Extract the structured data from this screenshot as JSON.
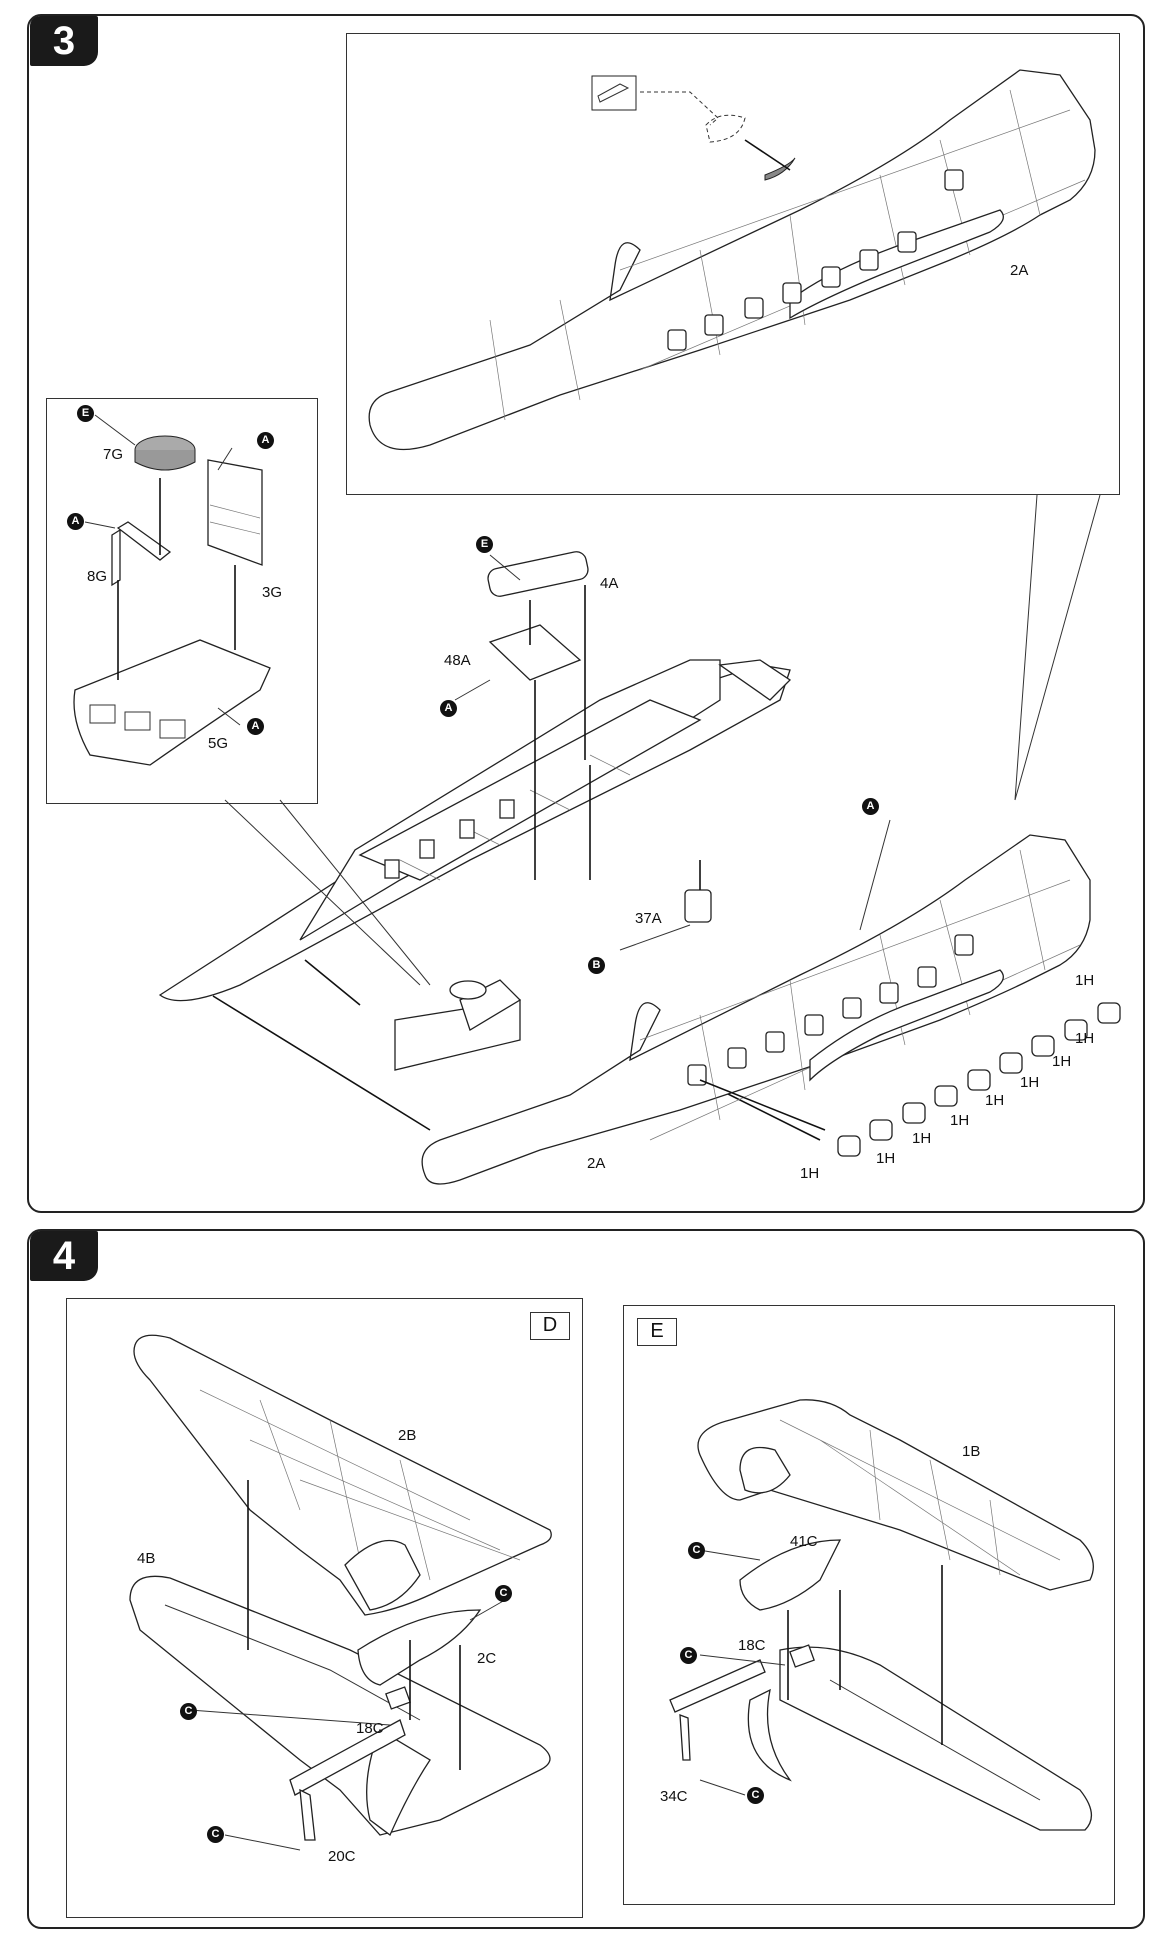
{
  "steps": [
    {
      "number": "3"
    },
    {
      "number": "4"
    }
  ],
  "step3": {
    "inset_top_labels": {
      "fuselage_right": "2A"
    },
    "inset_left_labels": {
      "seat_cushion": "7G",
      "bracket": "8G",
      "backrest": "3G",
      "base": "5G"
    },
    "inset_left_callouts": {
      "cushion": "E",
      "bracket": "A",
      "backrest": "A",
      "base": "A"
    },
    "main_labels": {
      "window_frame": "4A",
      "panel": "48A",
      "box": "37A",
      "fuselage_left": "2A"
    },
    "main_callouts": {
      "window": "E",
      "panel": "A",
      "box": "B",
      "fuselage": "A"
    },
    "windows": [
      "1H",
      "1H",
      "1H",
      "1H",
      "1H",
      "1H",
      "1H",
      "1H",
      "1H"
    ]
  },
  "step4": {
    "view_d": {
      "letter": "D",
      "labels": {
        "upper_wing": "2B",
        "lower_wing": "4B",
        "nacelle": "2C",
        "strut": "18C",
        "gear": "20C"
      },
      "callouts": {
        "nacelle": "C",
        "strut": "C",
        "gear": "C"
      }
    },
    "view_e": {
      "letter": "E",
      "labels": {
        "upper_wing": "1B",
        "nacelle": "41C",
        "strut": "18C",
        "gear": "34C"
      },
      "callouts": {
        "nacelle": "C",
        "strut": "C",
        "gear": "C"
      }
    }
  }
}
